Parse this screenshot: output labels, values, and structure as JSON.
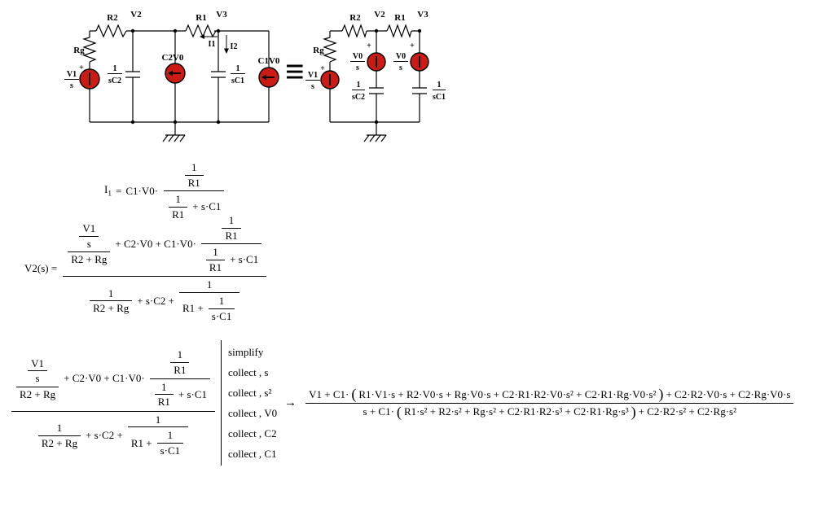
{
  "equiv_symbol": "≡",
  "arrow": "→",
  "circuit_left": {
    "r2": "R2",
    "v2": "V2",
    "r1": "R1",
    "v3": "V3",
    "rg": "Rg",
    "plus": "+",
    "src_num": "V1",
    "src_den": "s",
    "cap2_num": "1",
    "cap2_den": "sC2",
    "cap1_num": "1",
    "cap1_den": "sC1",
    "isrc2": "C2V0",
    "isrc1": "C1V0",
    "i1": "I1",
    "i2": "I2"
  },
  "circuit_right": {
    "r2": "R2",
    "v2": "V2",
    "r1": "R1",
    "v3": "V3",
    "rg": "Rg",
    "plus": "+",
    "src_num": "V1",
    "src_den": "s",
    "v0_num": "V0",
    "v0_den": "s",
    "cap2_num": "1",
    "cap2_den": "sC2",
    "cap1_num": "1",
    "cap1_den": "sC1"
  },
  "eq1": {
    "lhs_base": "I",
    "lhs_sub": "1",
    "equals": "=",
    "coeff": "C1·V0·",
    "n_n": "1",
    "n_d": "R1",
    "d_n": "1",
    "d_d": "R1",
    "d_tail": "+ s·C1"
  },
  "eq2": {
    "lhs": "V2(s) ="
  },
  "vfrac": {
    "t1_nn": "V1",
    "t1_nd": "s",
    "t1_d": "R2 + Rg",
    "mid": "+ C2·V0 + C1·V0·",
    "t2_nn": "1",
    "t2_nd": "R1",
    "t2_dn": "1",
    "t2_dd": "R1",
    "t2_dt": "+ s·C1",
    "d1_n": "1",
    "d1_d": "R2 + Rg",
    "d_mid": "+ s·C2 +",
    "d2_n": "1",
    "d2_dh": "R1 +",
    "d2_fn": "1",
    "d2_fd": "s·C1"
  },
  "keywords": [
    "simplify",
    "collect , s",
    "collect , s²",
    "collect , V0",
    "collect , C2",
    "collect , C1"
  ],
  "result": {
    "num_pre": "V1 + C1·",
    "lparen": "(",
    "rparen": ")",
    "num_in": "R1·V1·s + R2·V0·s + Rg·V0·s + C2·R1·R2·V0·s² + C2·R1·Rg·V0·s²",
    "num_post": "+ C2·R2·V0·s + C2·Rg·V0·s",
    "den_pre": "s + C1·",
    "den_in": "R1·s² + R2·s² + Rg·s² + C2·R1·R2·s³ + C2·R1·Rg·s³",
    "den_post": "+ C2·R2·s² + C2·Rg·s²"
  }
}
